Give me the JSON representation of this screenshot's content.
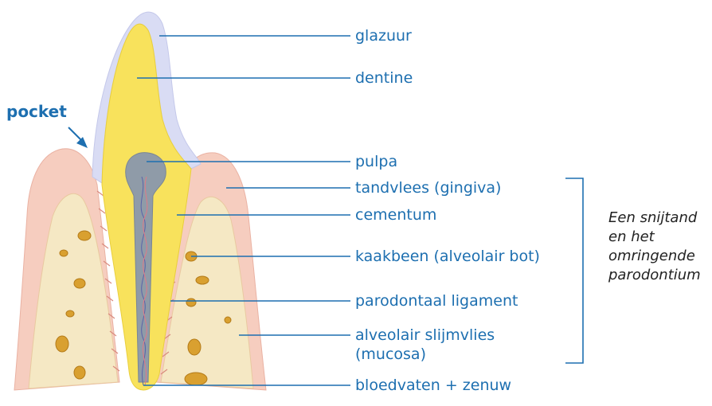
{
  "labels": {
    "glazuur": "glazuur",
    "dentine": "dentine",
    "pulpa": "pulpa",
    "tandvlees": "tandvlees (gingiva)",
    "cementum": "cementum",
    "kaakbeen": "kaakbeen (alveolair bot)",
    "ligament": "parodontaal ligament",
    "slijmvlies_1": "alveolair slijmvlies",
    "slijmvlies_2": "(mucosa)",
    "bloedvaten": "bloedvaten + zenuw"
  },
  "pocket": "pocket",
  "side_note": [
    "Een snijtand",
    "en het",
    "omringende",
    "parodontium"
  ],
  "colors": {
    "label": "#1d6fb0",
    "enamel": "#d9dcf4",
    "dentin": "#f7e25a",
    "pulp": "#8d9aa6",
    "gum": "#f2c1b4",
    "bone": "#f4e6bf",
    "bone_spot": "#d49a2a"
  }
}
